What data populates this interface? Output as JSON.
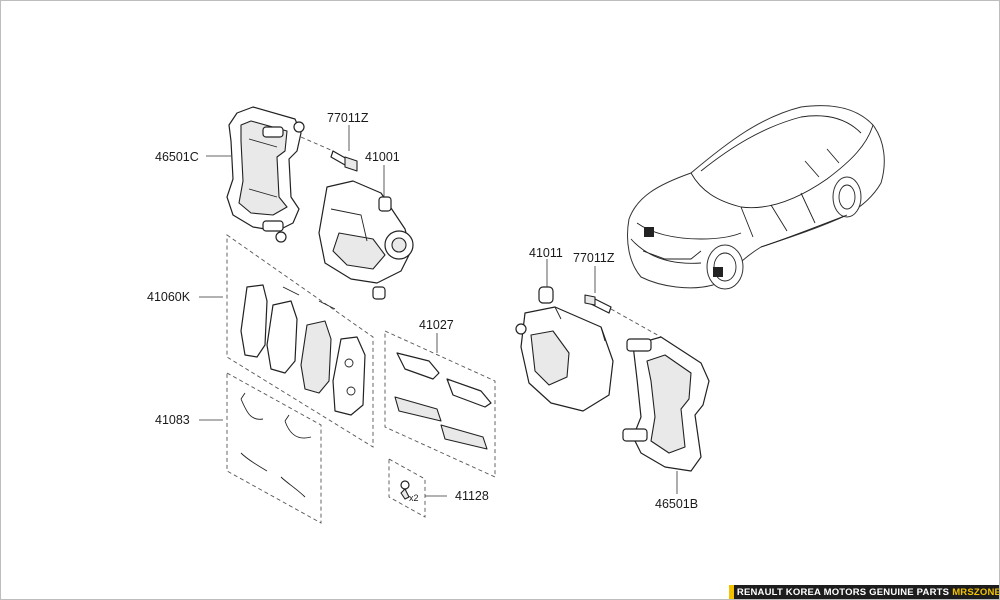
{
  "parts": {
    "p46501C": "46501C",
    "p77011Z_left": "77011Z",
    "p41001": "41001",
    "p41060K": "41060K",
    "p41027": "41027",
    "p41083": "41083",
    "p41128": "41128",
    "p41128_qty": "x2",
    "p41011": "41011",
    "p77011Z_right": "77011Z",
    "p46501B": "46501B"
  },
  "footer": {
    "brand_main": "RENAULT KOREA MOTORS GENUINE PARTS",
    "brand_accent": "MRSZONE",
    "accent_color": "#f2c200",
    "bar_color": "#1d1d1d"
  }
}
